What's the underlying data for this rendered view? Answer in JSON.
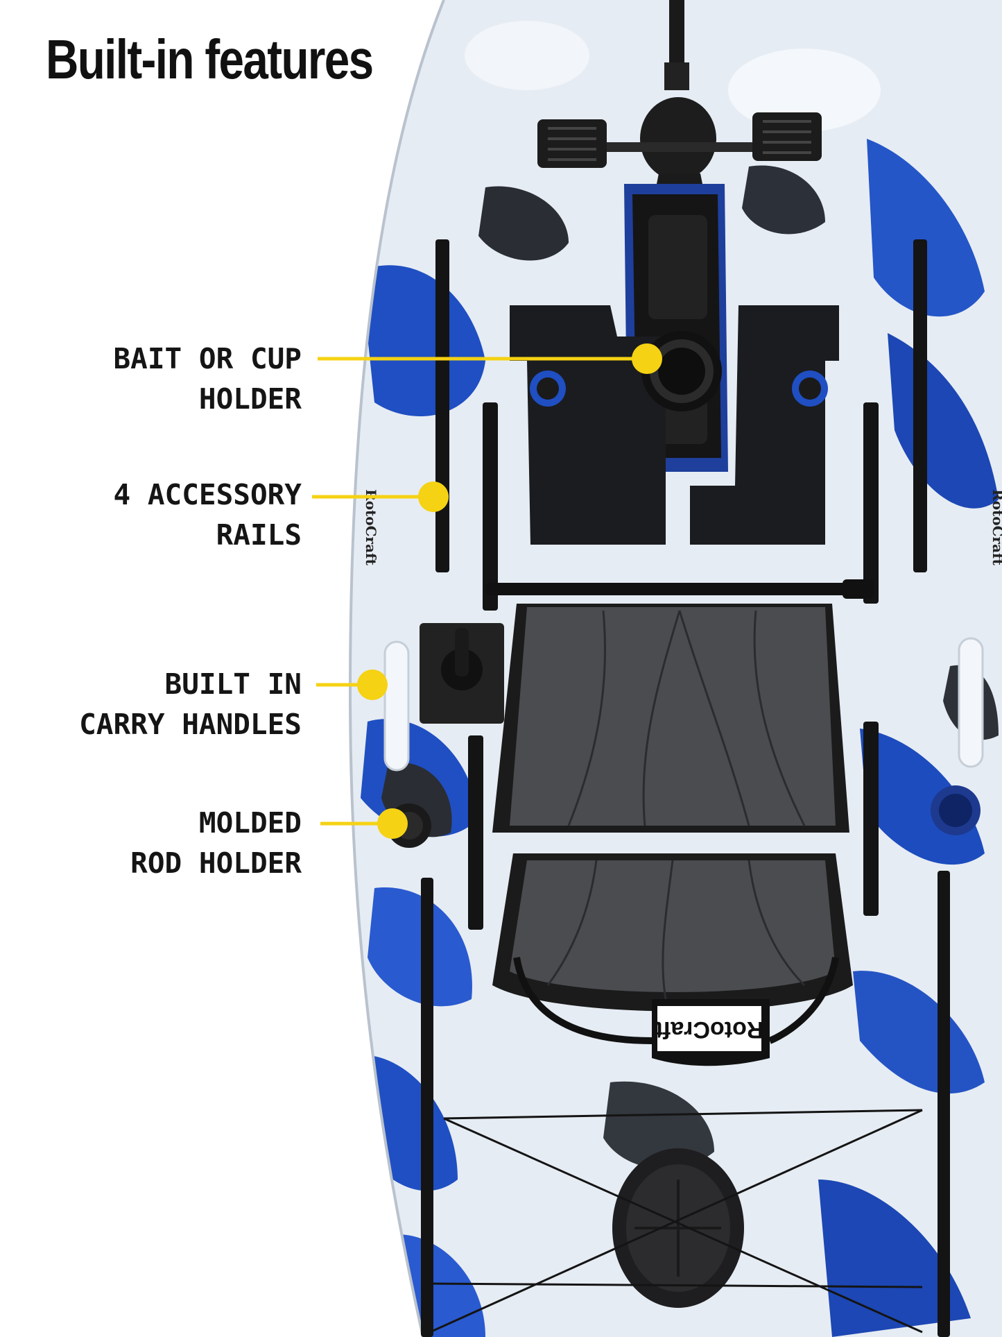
{
  "title": "Built-in features",
  "features": [
    {
      "line1": "BAIT OR CUP",
      "line2": "HOLDER"
    },
    {
      "line1": "4 ACCESSORY",
      "line2": "RAILS"
    },
    {
      "line1": "BUILT IN",
      "line2": "CARRY HANDLES"
    },
    {
      "line1": "MOLDED",
      "line2": "ROD HOLDER"
    }
  ],
  "kayak": {
    "brand": "RotoCraft",
    "seat_logo": "RotoCraft"
  },
  "colors": {
    "callout": "#f5d213",
    "hull_blue": "#1f4fc2",
    "hull_white": "#e9eef5",
    "text": "#111111"
  }
}
